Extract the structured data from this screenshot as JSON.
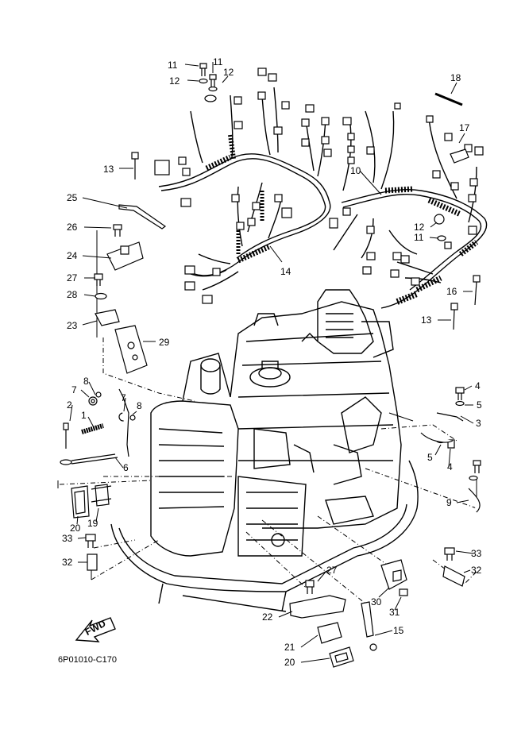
{
  "diagram_code": "6P01010-C170",
  "fwd_badge": "FWD",
  "callouts": [
    "11",
    "11",
    "12",
    "12",
    "18",
    "17",
    "13",
    "10",
    "25",
    "26",
    "12",
    "11",
    "24",
    "14",
    "27",
    "28",
    "16",
    "13",
    "23",
    "29",
    "4",
    "8",
    "7",
    "7",
    "5",
    "2",
    "8",
    "1",
    "3",
    "6",
    "5",
    "4",
    "9",
    "20",
    "19",
    "33",
    "33",
    "32",
    "32",
    "27",
    "30",
    "22",
    "31",
    "15",
    "21",
    "20"
  ]
}
